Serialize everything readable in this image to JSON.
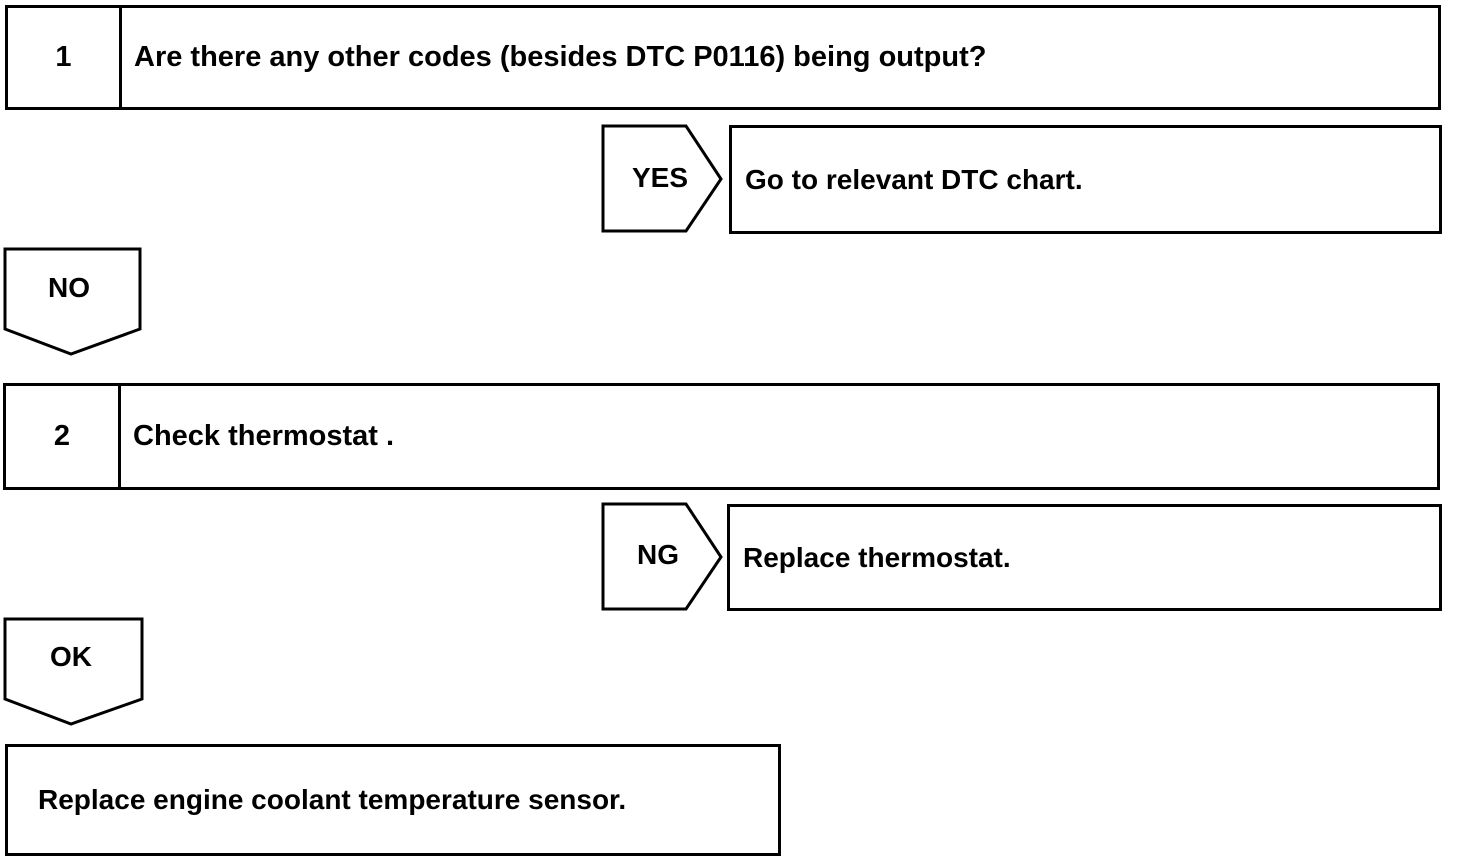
{
  "step1": {
    "number": "1",
    "question": "Are there any other codes (besides DTC P0116) being output?"
  },
  "branch_yes": {
    "label": "YES",
    "action": "Go to relevant DTC chart."
  },
  "branch_no": {
    "label": "NO"
  },
  "step2": {
    "number": "2",
    "question": "Check thermostat ."
  },
  "branch_ng": {
    "label": "NG",
    "action": "Replace thermostat."
  },
  "branch_ok": {
    "label": "OK"
  },
  "final": {
    "action": "Replace engine coolant temperature sensor."
  }
}
